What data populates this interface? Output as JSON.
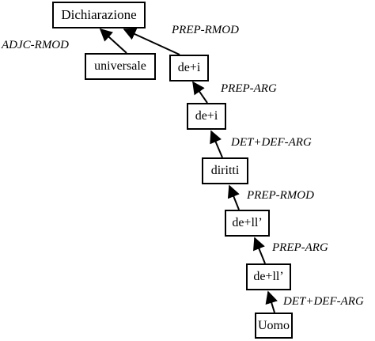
{
  "nodes": {
    "dichiarazione": "Dichiarazione",
    "universale": "universale",
    "dei_1": "de+i",
    "dei_2": "de+i",
    "diritti": "diritti",
    "dell_1": "de+ll’",
    "dell_2": "de+ll’",
    "uomo": "Uomo"
  },
  "edges": [
    {
      "from": "universale",
      "to": "dichiarazione",
      "label": "ADJC-RMOD"
    },
    {
      "from": "dei_1",
      "to": "dichiarazione",
      "label": "PREP-RMOD"
    },
    {
      "from": "dei_2",
      "to": "dei_1",
      "label": "PREP-ARG"
    },
    {
      "from": "diritti",
      "to": "dei_2",
      "label": "DET+DEF-ARG"
    },
    {
      "from": "dell_1",
      "to": "diritti",
      "label": "PREP-RMOD"
    },
    {
      "from": "dell_2",
      "to": "dell_1",
      "label": "PREP-ARG"
    },
    {
      "from": "uomo",
      "to": "dell_2",
      "label": "DET+DEF-ARG"
    }
  ]
}
